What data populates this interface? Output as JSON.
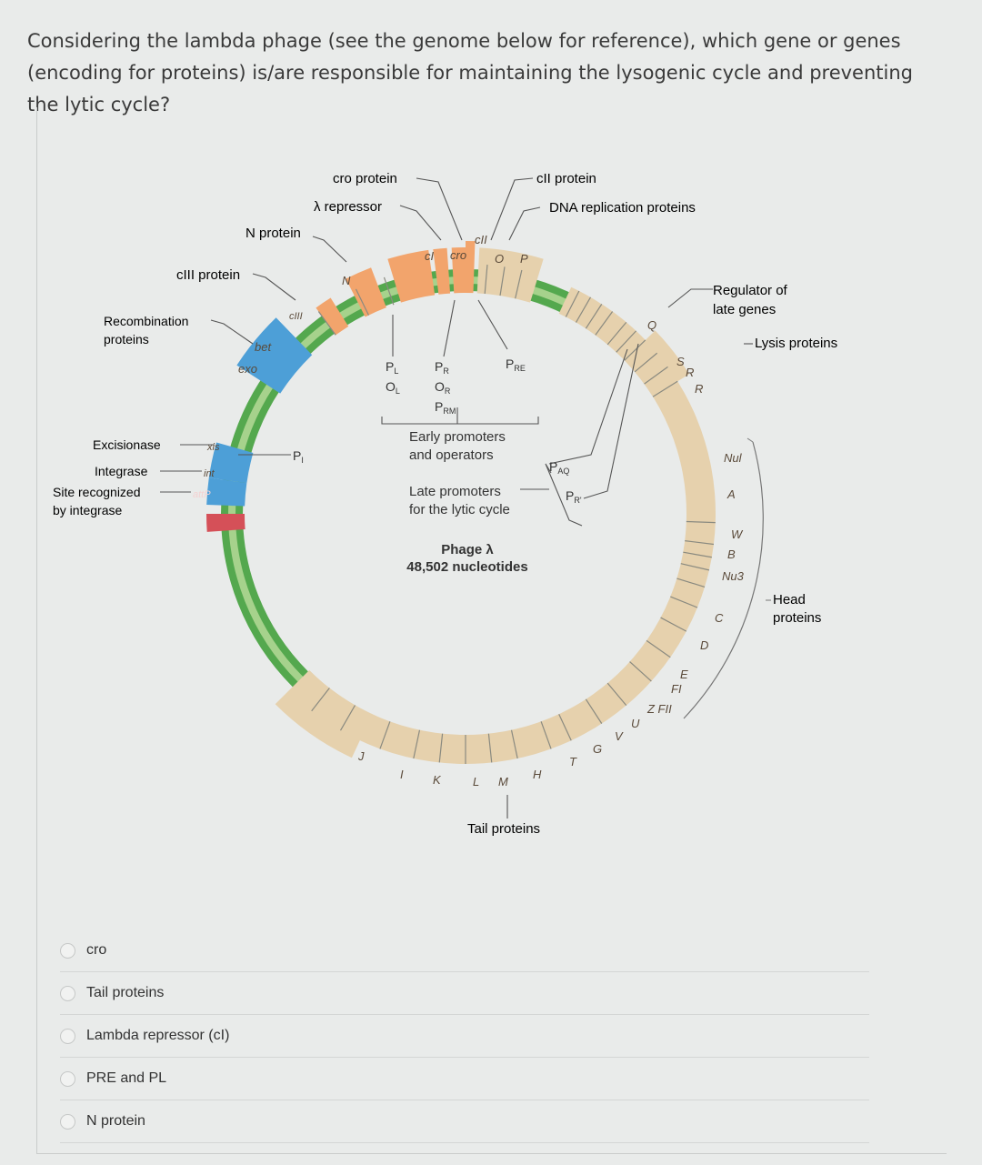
{
  "question": "Considering the lambda phage (see the genome below for reference), which gene or genes (encoding for proteins) is/are responsible for maintaining the lysogenic cycle and preventing the lytic cycle?",
  "colors": {
    "background": "#e9ebea",
    "backbone": "#54a84e",
    "backbone_light": "#a6d28c",
    "head_tail": "#e6d1ad",
    "regulatory": "#f2a46c",
    "recombination": "#4d9fd7",
    "attP": "#d55058"
  },
  "diagram": {
    "top_labels": {
      "cro_protein": "cro protein",
      "lambda_repressor": "λ repressor",
      "n_protein": "N protein",
      "cIII_protein": "cIII protein",
      "cII_protein": "cII protein",
      "dna_replication": "DNA replication proteins"
    },
    "side_labels": {
      "recombination": [
        "Recombination",
        "proteins"
      ],
      "excisionase": "Excisionase",
      "integrase": "Integrase",
      "site_recognized": [
        "Site recognized",
        "by integrase"
      ],
      "regulator": [
        "Regulator of",
        "late genes"
      ],
      "lysis": "Lysis proteins",
      "head": [
        "Head",
        "proteins"
      ],
      "tail": "Tail proteins"
    },
    "genes": {
      "cI": "cI",
      "cro": "cro",
      "cII": "cII",
      "O": "O",
      "P": "P",
      "N": "N",
      "cIII": "cIII",
      "bet": "bet",
      "exo": "exo",
      "xis": "xis",
      "int": "int",
      "attP": "attP",
      "Q": "Q",
      "S": "S",
      "R": "R",
      "R2": "R",
      "Nul": "Nul",
      "A": "A",
      "W": "W",
      "B": "B",
      "Nu3": "Nu3",
      "C": "C",
      "D": "D",
      "E": "E",
      "FI": "FI",
      "FII": "Z FII",
      "U": "U",
      "V": "V",
      "G": "G",
      "T": "T",
      "H": "H",
      "M": "M",
      "L": "L",
      "K": "K",
      "I": "I",
      "J": "J"
    },
    "promoters": {
      "PL": "P",
      "OL": "O",
      "PR": "P",
      "OR": "O",
      "PRM": "P",
      "PRE": "P",
      "PI": "P",
      "PAQ": "P",
      "PR_prime": "P"
    },
    "center": {
      "early": [
        "Early promoters",
        "and operators"
      ],
      "late": [
        "Late promoters",
        "for the lytic cycle"
      ],
      "phage": "Phage λ",
      "nucleotides": "48,502 nucleotides"
    }
  },
  "options": [
    {
      "label": "cro"
    },
    {
      "label": "Tail proteins"
    },
    {
      "label": "Lambda repressor (cI)"
    },
    {
      "label": "PRE and PL"
    },
    {
      "label": "N protein"
    }
  ]
}
